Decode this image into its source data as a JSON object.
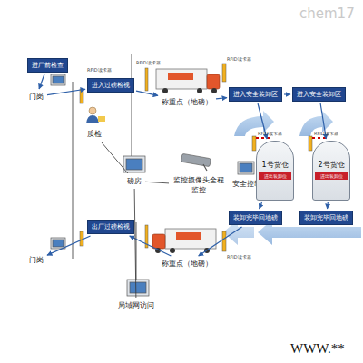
{
  "diagram": {
    "nodes": [
      {
        "text": [
          "进厂前检查"
        ]
      },
      {
        "text": [
          "门岗"
        ]
      },
      {
        "text": [
          "进入过磅检视"
        ]
      },
      {
        "text": [
          "称重点（地磅）"
        ]
      },
      {
        "text": [
          "质检"
        ]
      },
      {
        "text": [
          "磅房"
        ]
      },
      {
        "text": [
          "监控摄像头全程监控"
        ]
      },
      {
        "text": [
          "安全控制"
        ]
      },
      {
        "text": [
          "进入安全装卸区"
        ]
      },
      {
        "text": [
          "进入安全装卸区"
        ]
      },
      {
        "text": [
          "1号货仓",
          "进出装卸位"
        ]
      },
      {
        "text": [
          "2号货仓",
          "进出装卸位"
        ]
      },
      {
        "text": [
          "装卸完毕回地磅"
        ]
      },
      {
        "text": [
          "装卸完毕回地磅"
        ]
      },
      {
        "text": [
          "称重点（地磅）"
        ]
      },
      {
        "text": [
          "出厂过磅检视"
        ]
      },
      {
        "text": [
          "门岗"
        ]
      },
      {
        "text": [
          "局域网访问"
        ]
      }
    ],
    "edges": [
      {
        "from": 0,
        "to": 1,
        "arrow": "to"
      },
      {
        "from": 1,
        "to": 2,
        "arrow": "to"
      },
      {
        "from": 2,
        "to": 3,
        "arrow": "to"
      },
      {
        "from": 3,
        "to": 8,
        "arrow": "to"
      },
      {
        "from": 8,
        "to": 9,
        "arrow": "to"
      },
      {
        "from": 8,
        "to": 10,
        "arrow": "to"
      },
      {
        "from": 9,
        "to": 11,
        "arrow": "to"
      },
      {
        "from": 11,
        "to": 12,
        "arrow": "to"
      },
      {
        "from": 10,
        "to": 13,
        "arrow": "to"
      },
      {
        "from": 13,
        "to": 14,
        "arrow": "to"
      },
      {
        "from": 14,
        "to": 15,
        "arrow": "to"
      },
      {
        "from": 15,
        "to": 16,
        "arrow": "to"
      },
      {
        "from": 5,
        "to": 4,
        "arrow": "none"
      },
      {
        "from": 5,
        "to": 6,
        "arrow": "none"
      },
      {
        "from": 6,
        "to": 7,
        "arrow": "none"
      },
      {
        "from": 5,
        "to": 17,
        "arrow": "none"
      }
    ],
    "labels": [
      "RFID读卡器",
      "RFID读卡器",
      "RFID读卡器",
      "RFID读卡器",
      "RFID读卡器",
      "RFID读卡器",
      "chem17",
      "WWW.**"
    ]
  }
}
